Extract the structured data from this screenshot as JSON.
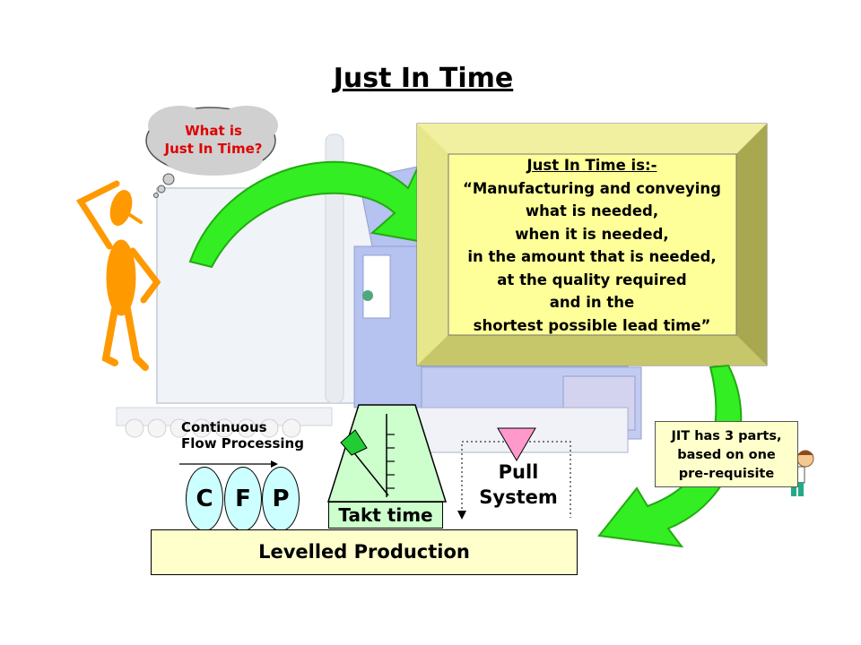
{
  "title": "Just In Time",
  "thought_bubble": {
    "line1": "What is",
    "line2": "Just In Time?"
  },
  "definition": {
    "heading": "Just In Time is:-",
    "lines": [
      "“Manufacturing and conveying",
      "what is needed,",
      "when it is needed,",
      "in the amount that is needed,",
      "at the quality required",
      "and in the",
      "shortest possible lead time”"
    ]
  },
  "jit_parts": {
    "lines": [
      "JIT has 3 parts,",
      "based on one",
      "pre-requisite"
    ]
  },
  "cfp": {
    "label_line1": "Continuous",
    "label_line2": "Flow Processing",
    "letters": [
      "C",
      "F",
      "P"
    ]
  },
  "pull_system": {
    "line1": "Pull",
    "line2": "System"
  },
  "takt_time": "Takt time",
  "levelled_production": "Levelled Production",
  "colors": {
    "arrow": "#33dd33",
    "definition_box": "#ffff99",
    "definition_bevel": "#d6d66a",
    "truck": "#aab8ee",
    "cfp_oval": "#ccffff",
    "takt": "#ccffcc",
    "pull_triangle": "#ff99cc",
    "stick_figure": "#ff9900"
  }
}
